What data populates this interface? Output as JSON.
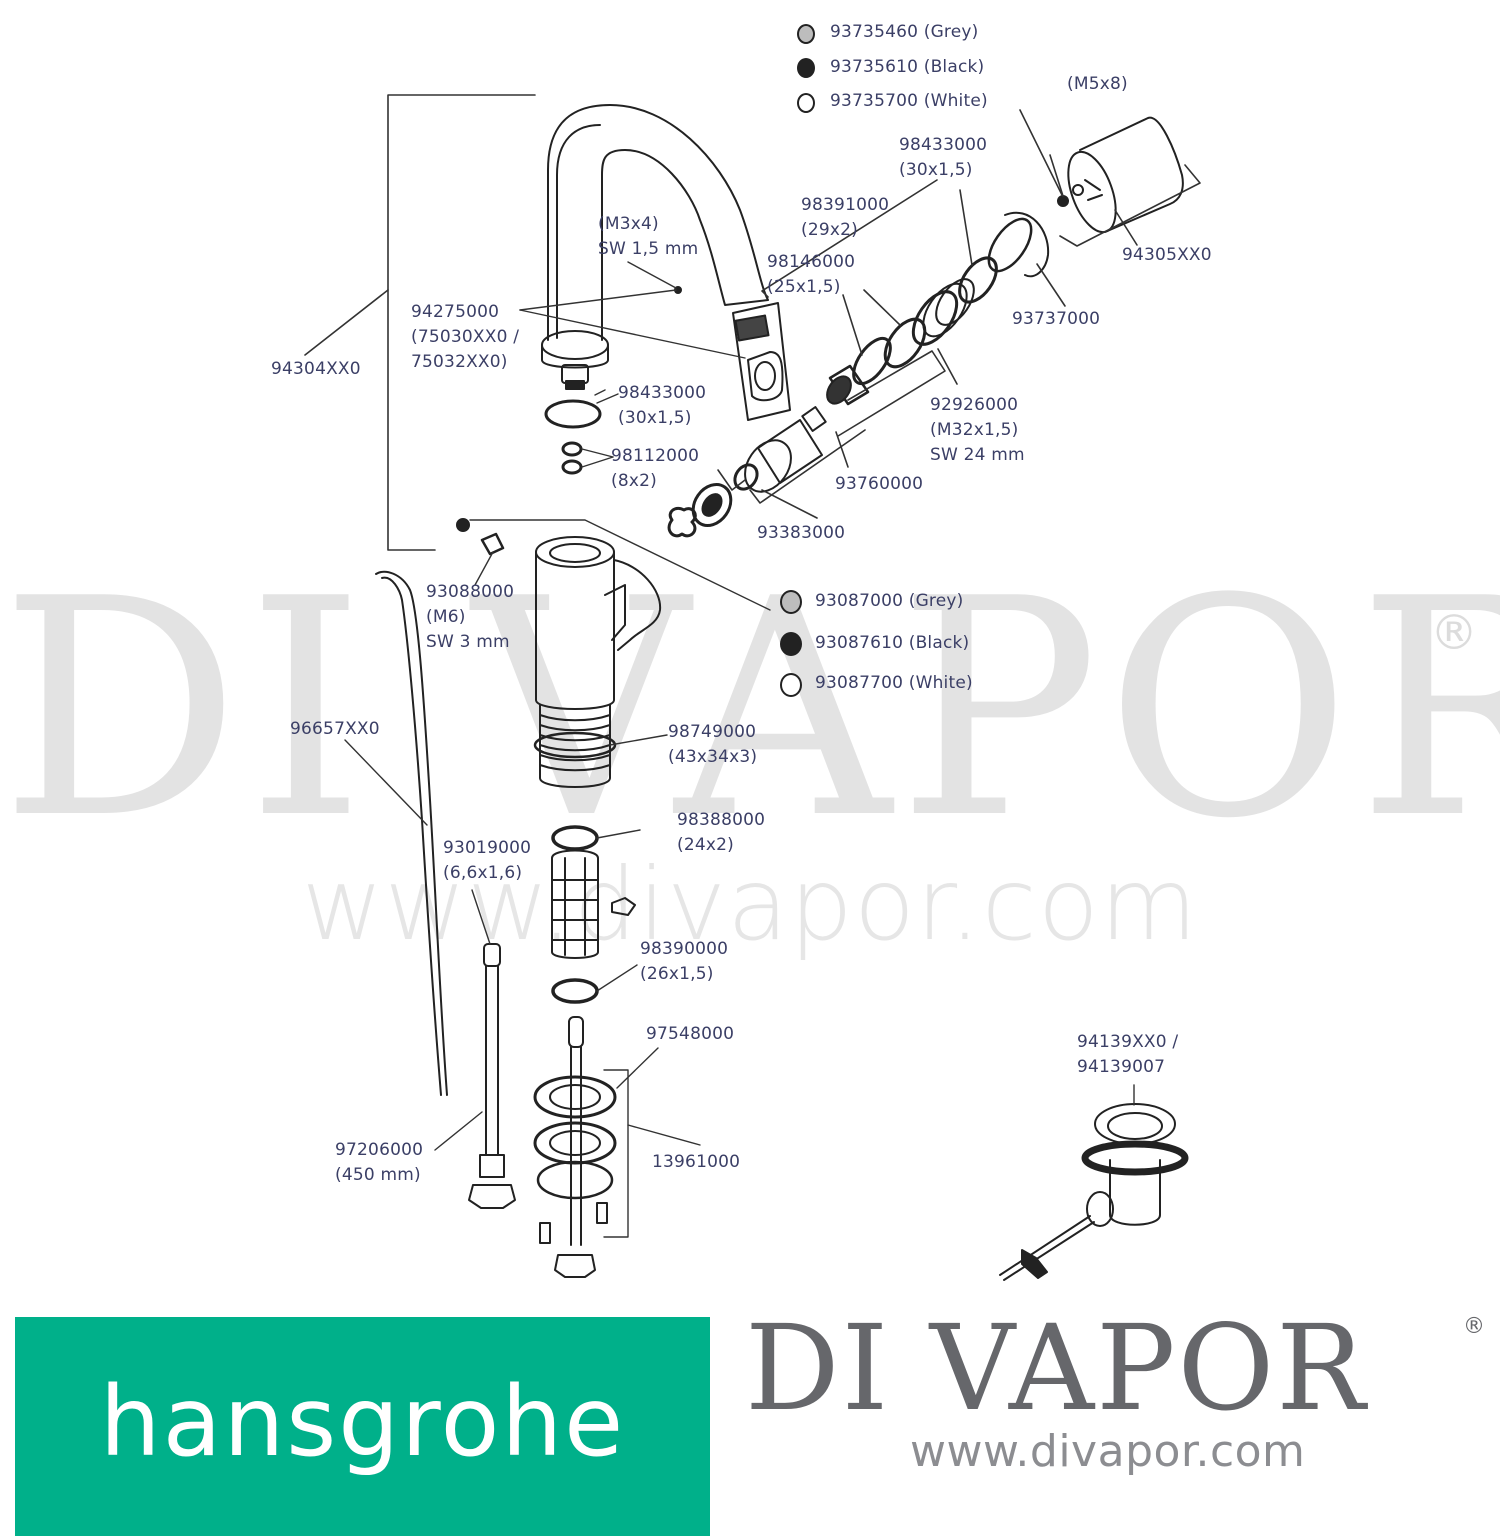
{
  "diagram": {
    "title": "hansgrohe basin mixer spare parts exploded diagram",
    "label_color": "#3b3f66",
    "line_color": "#222222"
  },
  "cover_cap_options_top": [
    {
      "part": "93735460",
      "variant": "(Grey)",
      "label": "93735460 (Grey)",
      "swatch": "#b9b9b9"
    },
    {
      "part": "93735610",
      "variant": "(Black)",
      "label": "93735610 (Black)",
      "swatch": "#222222"
    },
    {
      "part": "93735700",
      "variant": "(White)",
      "label": "93735700 (White)",
      "swatch": "#ffffff"
    }
  ],
  "cover_cap_options_body": [
    {
      "part": "93087000",
      "variant": "(Grey)",
      "label": "93087000 (Grey)",
      "swatch": "#b9b9b9"
    },
    {
      "part": "93087610",
      "variant": "(Black)",
      "label": "93087610 (Black)",
      "swatch": "#222222"
    },
    {
      "part": "93087700",
      "variant": "(White)",
      "label": "93087700 (White)",
      "swatch": "#ffffff"
    }
  ],
  "labels": {
    "m5x8": "(M5x8)",
    "p94305xx0": "94305XX0",
    "p98433000_top": [
      "98433000",
      "(30x1,5)"
    ],
    "p98391000": [
      "98391000",
      "(29x2)"
    ],
    "p98146000": [
      "98146000",
      "(25x1,5)"
    ],
    "p93737000": "93737000",
    "p92926000": [
      "92926000",
      "(M32x1,5)",
      "SW 24 mm"
    ],
    "p93760000": "93760000",
    "p93383000": "93383000",
    "m3x4": [
      "(M3x4)",
      "SW 1,5 mm"
    ],
    "p94275000": [
      "94275000",
      "(75030XX0 /",
      "75032XX0)"
    ],
    "p94304xx0": "94304XX0",
    "p98433000_base": [
      "98433000",
      "(30x1,5)"
    ],
    "p98112000": [
      "98112000",
      "(8x2)"
    ],
    "p93088000": [
      "93088000",
      "(M6)",
      "SW 3 mm"
    ],
    "p98749000": [
      "98749000",
      "(43x34x3)"
    ],
    "p96657xx0": "96657XX0",
    "p98388000": [
      "98388000",
      "(24x2)"
    ],
    "p93019000": [
      "93019000",
      "(6,6x1,6)"
    ],
    "p98390000": [
      "98390000",
      "(26x1,5)"
    ],
    "p97548000": "97548000",
    "p13961000": "13961000",
    "p97206000": [
      "97206000",
      "(450 mm)"
    ],
    "p94139": [
      "94139XX0 /",
      "94139007"
    ]
  },
  "watermark": {
    "name": "DI VAPOR",
    "registered": "®",
    "url": "www.divapor.com"
  },
  "footer": {
    "brand_logo_text": "hansgrohe",
    "brand_color": "#00b08a",
    "retailer_name": "DI VAPOR",
    "retailer_registered": "®",
    "retailer_url": "www.divapor.com",
    "retailer_color": "#66676b"
  }
}
